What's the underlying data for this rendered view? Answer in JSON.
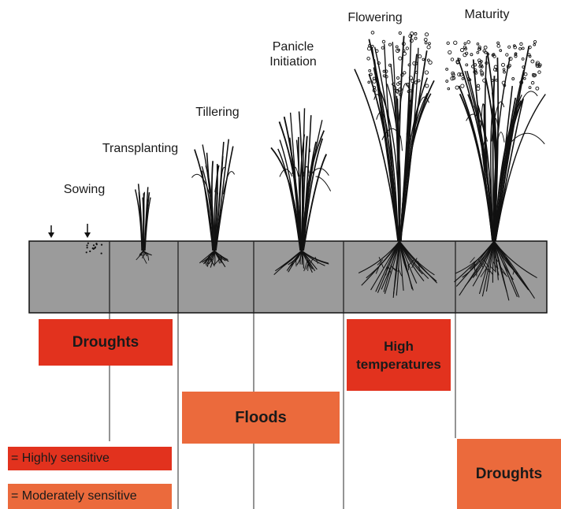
{
  "stages": [
    {
      "id": "sowing",
      "label": "Sowing"
    },
    {
      "id": "transplanting",
      "label": "Transplanting"
    },
    {
      "id": "tillering",
      "label": "Tillering"
    },
    {
      "id": "panicle",
      "label": "Panicle\nInitiation"
    },
    {
      "id": "flowering",
      "label": "Flowering"
    },
    {
      "id": "maturity",
      "label": "Maturity"
    }
  ],
  "stress_boxes": [
    {
      "id": "droughts-early",
      "label": "Droughts",
      "sensitivity": "high"
    },
    {
      "id": "floods",
      "label": "Floods",
      "sensitivity": "moderate"
    },
    {
      "id": "high-temperatures",
      "label": "High\ntemperatures",
      "sensitivity": "high"
    },
    {
      "id": "droughts-late",
      "label": "Droughts",
      "sensitivity": "moderate"
    }
  ],
  "legend": [
    {
      "label": "= Highly sensitive",
      "sensitivity": "high"
    },
    {
      "label": "= Moderately sensitive",
      "sensitivity": "moderate"
    }
  ],
  "colors": {
    "high": "#e2321e",
    "moderate": "#eb6a3c",
    "soil": "#9b9b9b",
    "line": "#5a5a5a",
    "plant": "#111111"
  }
}
